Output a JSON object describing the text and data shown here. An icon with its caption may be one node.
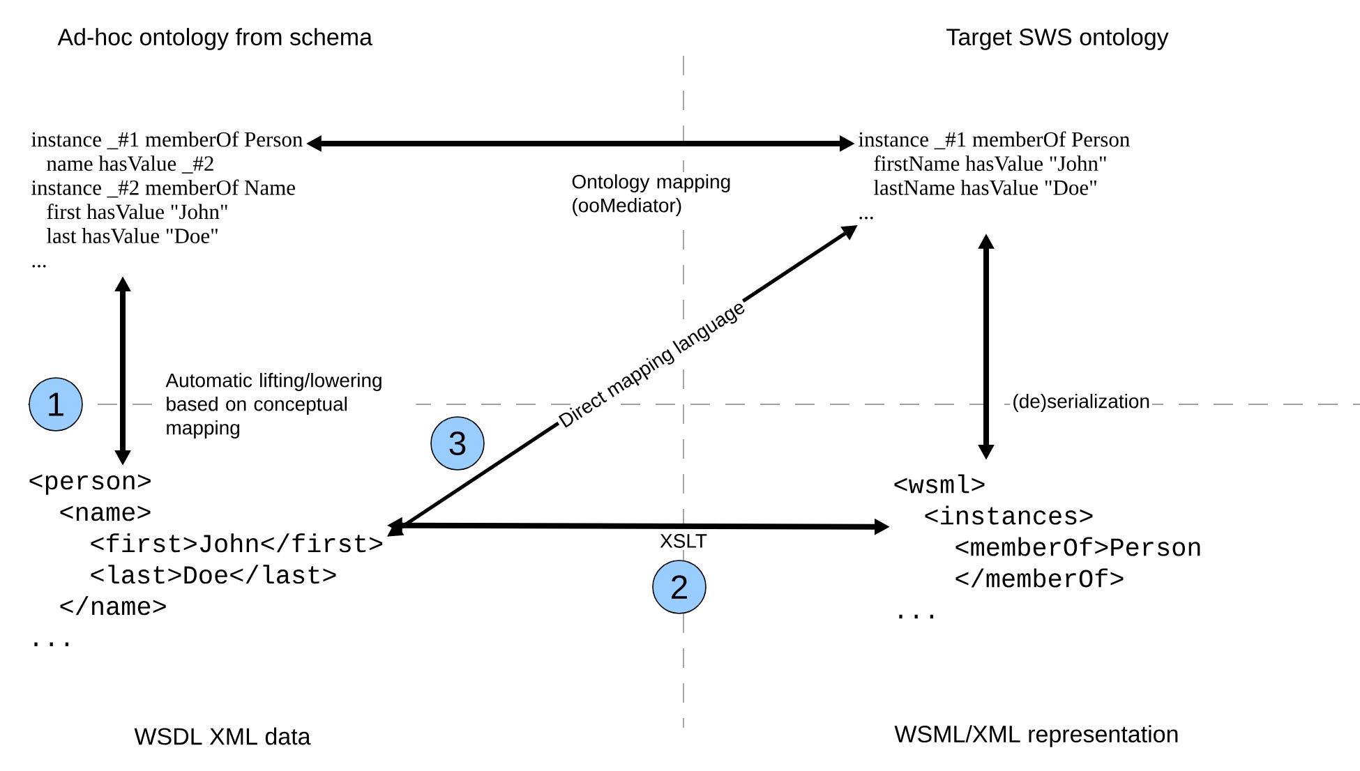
{
  "diagram": {
    "nodes": [
      {
        "text": [
          "instance _#1 memberOf Person",
          "name hasValue _#2",
          "instance _#2 memberOf Name",
          "first hasValue \"John\"",
          "last hasValue \"Doe\"",
          "..."
        ]
      },
      {
        "text": [
          "instance _#1 memberOf Person",
          "firstName hasValue \"John\"",
          "lastName hasValue \"Doe\"",
          "..."
        ]
      },
      {
        "text": [
          "<person>",
          "<name>",
          "<first>John</first>",
          "<last>Doe</last>",
          "</name>",
          "..."
        ]
      },
      {
        "text": [
          "<wsml>",
          "<instances>",
          "<memberOf>Person",
          "</memberOf>",
          "..."
        ]
      },
      {
        "text": [
          "1"
        ]
      },
      {
        "text": [
          "2"
        ]
      },
      {
        "text": [
          "3"
        ]
      }
    ],
    "edges": [
      {
        "from": 0,
        "to": 1,
        "arrow": "both",
        "label": "Ontology mapping (ooMediator)"
      },
      {
        "from": 0,
        "to": 2,
        "arrow": "both",
        "label": "Automatic lifting/lowering based on conceptual mapping"
      },
      {
        "from": 1,
        "to": 3,
        "arrow": "both",
        "label": "(de)serialization"
      },
      {
        "from": 2,
        "to": 3,
        "arrow": "both",
        "label": "XSLT"
      },
      {
        "from": 2,
        "to": 1,
        "arrow": "both",
        "label": "Direct mapping language"
      }
    ],
    "labels": [
      "Ad-hoc ontology from schema",
      "Target SWS ontology",
      "WSDL XML data",
      "WSML/XML representation"
    ]
  }
}
